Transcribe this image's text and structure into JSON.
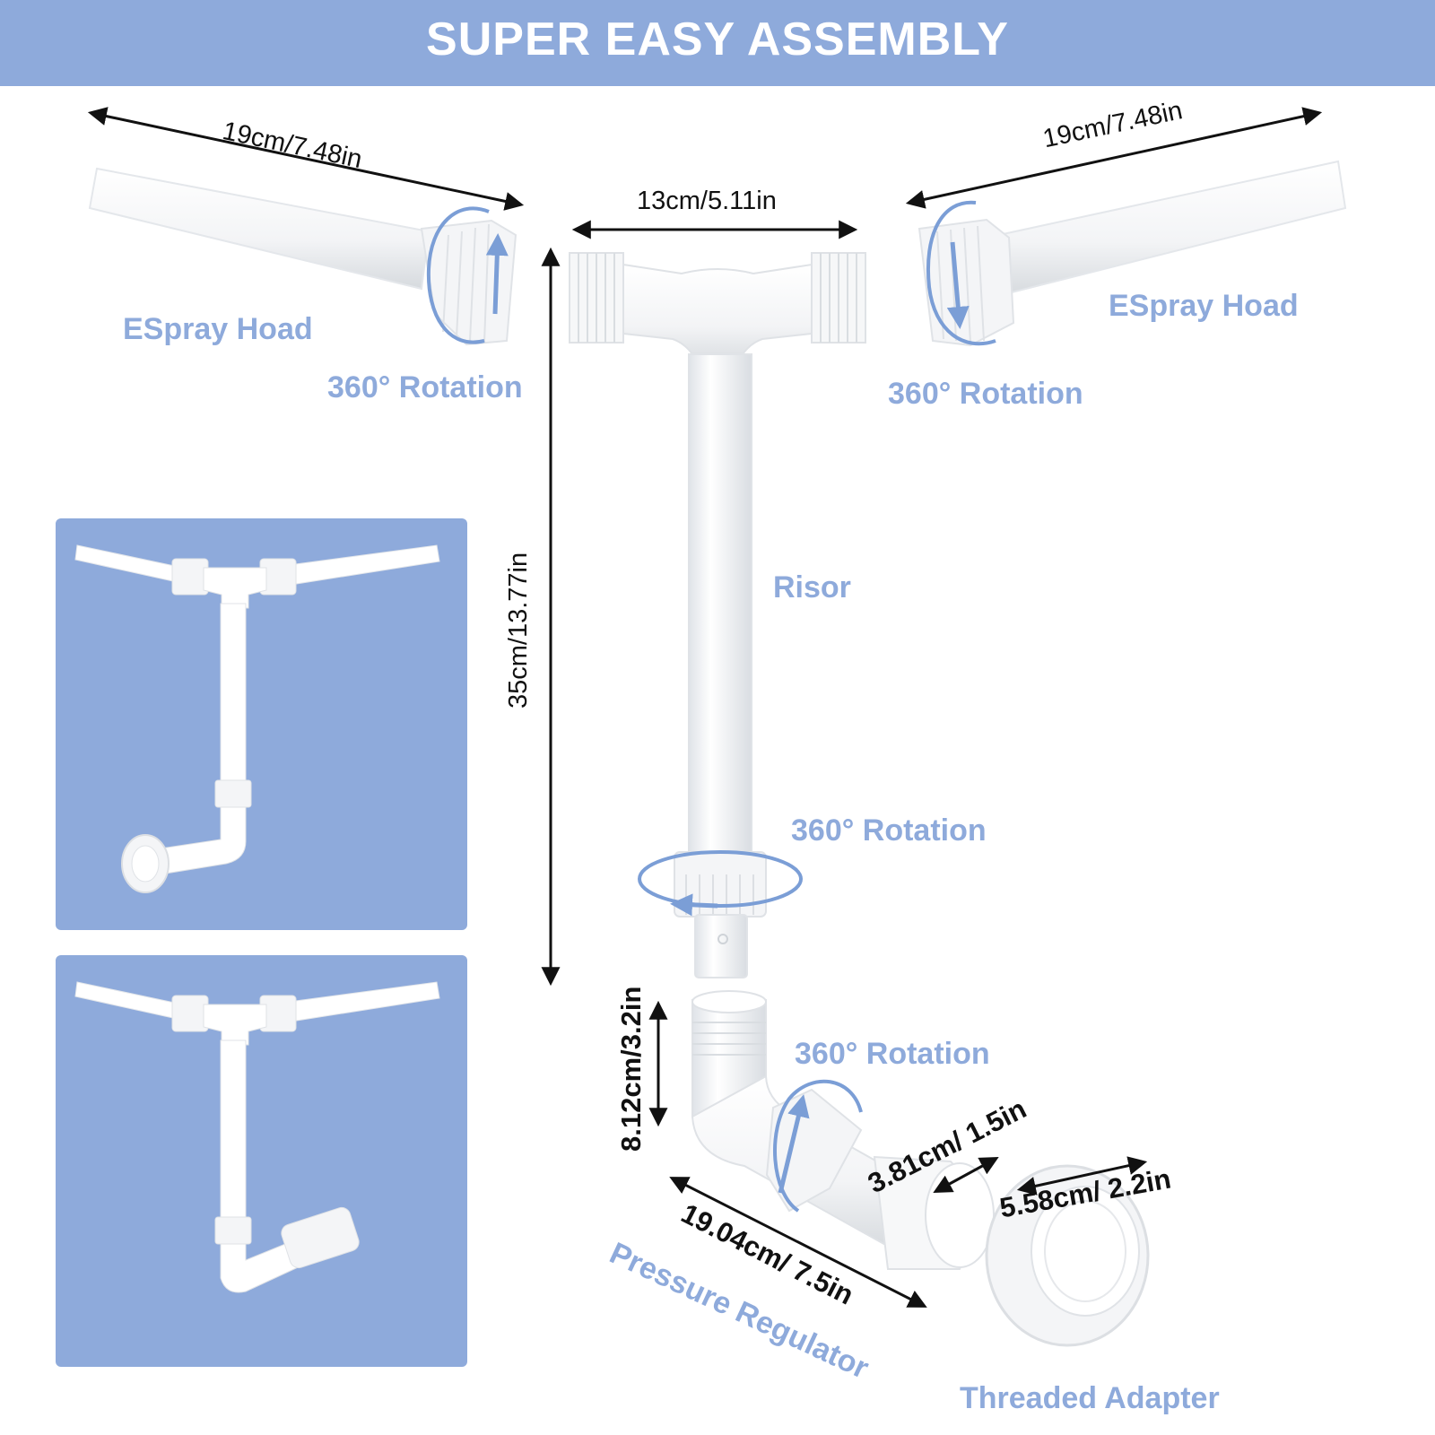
{
  "header": {
    "title": "SUPER EASY ASSEMBLY"
  },
  "labels": {
    "spray_head_left": "ESpray Hoad",
    "spray_head_right": "ESpray Hoad",
    "rotation_left": "360° Rotation",
    "rotation_right": "360° Rotation",
    "rotation_riser": "360° Rotation",
    "rotation_elbow": "360° Rotation",
    "riser": "Risor",
    "pressure_regulator": "Pressure Regulator",
    "threaded_adapter": "Threaded Adapter"
  },
  "dimensions": {
    "spray_head_left": "19cm/7.48in",
    "spray_head_right": "19cm/7.48in",
    "tee_width": "13cm/5.11in",
    "riser_height": "35cm/13.77in",
    "elbow_height": "8.12cm/3.2in",
    "regulator_length": "19.04cm/ 7.5in",
    "thread_diameter": "3.81cm/ 1.5in",
    "adapter_diameter": "5.58cm/ 2.2in"
  },
  "colors": {
    "banner": "#8eaadb",
    "accent_text": "#8eaadb",
    "arrow_blue": "#7b9ed6",
    "part_white": "#ffffff"
  }
}
